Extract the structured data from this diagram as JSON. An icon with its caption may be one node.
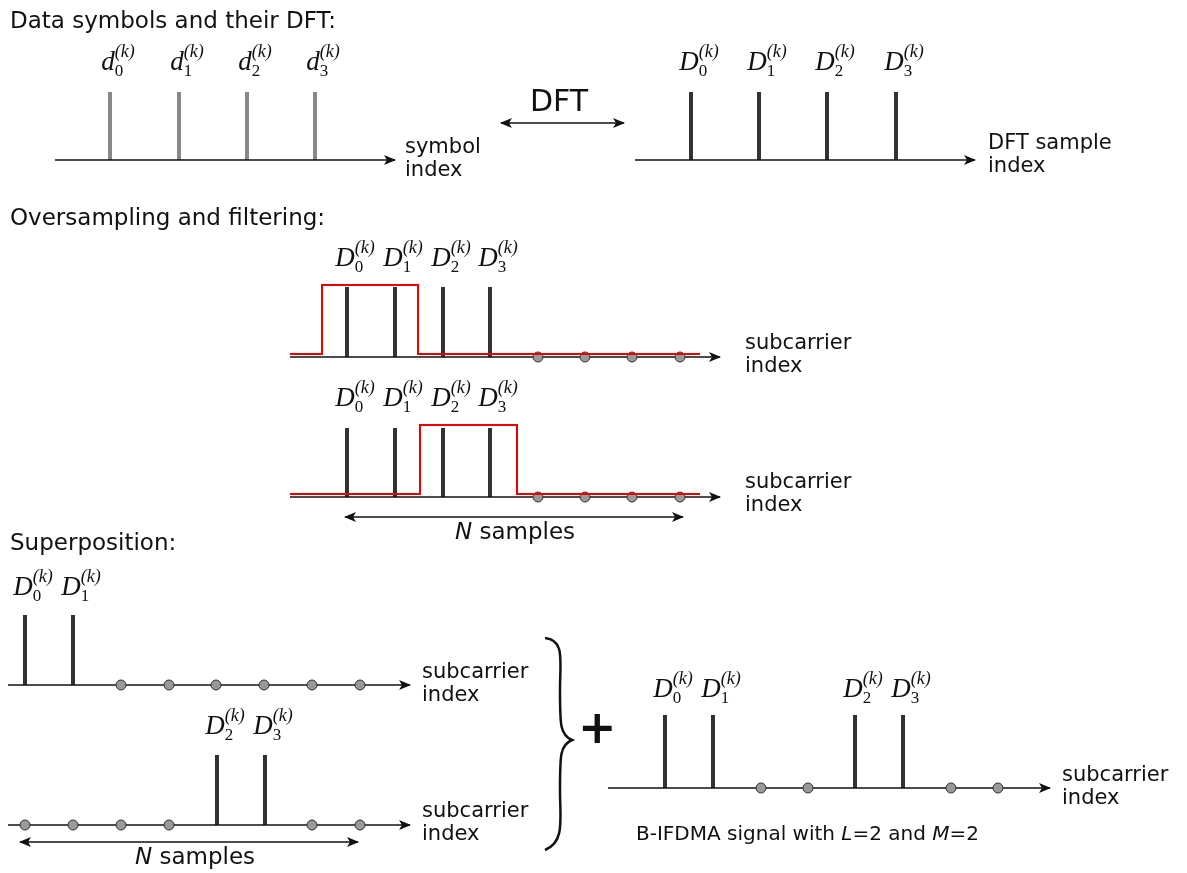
{
  "diagram": {
    "labels": [
      "Data symbols and their DFT:",
      "d$_{0}$$^{(k)}$",
      "d$_{1}$$^{(k)}$",
      "d$_{2}$$^{(k)}$",
      "d$_{3}$$^{(k)}$",
      "DFT",
      "D$_{0}$$^{(k)}$",
      "D$_{1}$$^{(k)}$",
      "D$_{2}$$^{(k)}$",
      "D$_{3}$$^{(k)}$",
      "symbol index",
      "DFT sample index",
      "Oversampling and filtering:",
      "D$_{0}$$^{(k)}$",
      "D$_{1}$$^{(k)}$",
      "D$_{2}$$^{(k)}$",
      "D$_{3}$$^{(k)}$",
      "subcarrier index",
      "D$_{0}$$^{(k)}$",
      "D$_{1}$$^{(k)}$",
      "D$_{2}$$^{(k)}$",
      "D$_{3}$$^{(k)}$",
      "subcarrier index",
      "*N* samples",
      "Superposition:",
      "D$_{0}$$^{(k)}$",
      "D$_{1}$$^{(k)}$",
      "subcarrier index",
      "D$_{2}$$^{(k)}$",
      "D$_{3}$$^{(k)}$",
      "subcarrier index",
      "*N* samples",
      "+",
      "D$_{0}$$^{(k)}$",
      "D$_{1}$$^{(k)}$",
      "D$_{2}$$^{(k)}$",
      "D$_{3}$$^{(k)}$",
      "subcarrier index",
      "B-IFDMA signal with *L*=2 and *M*=2"
    ]
  }
}
